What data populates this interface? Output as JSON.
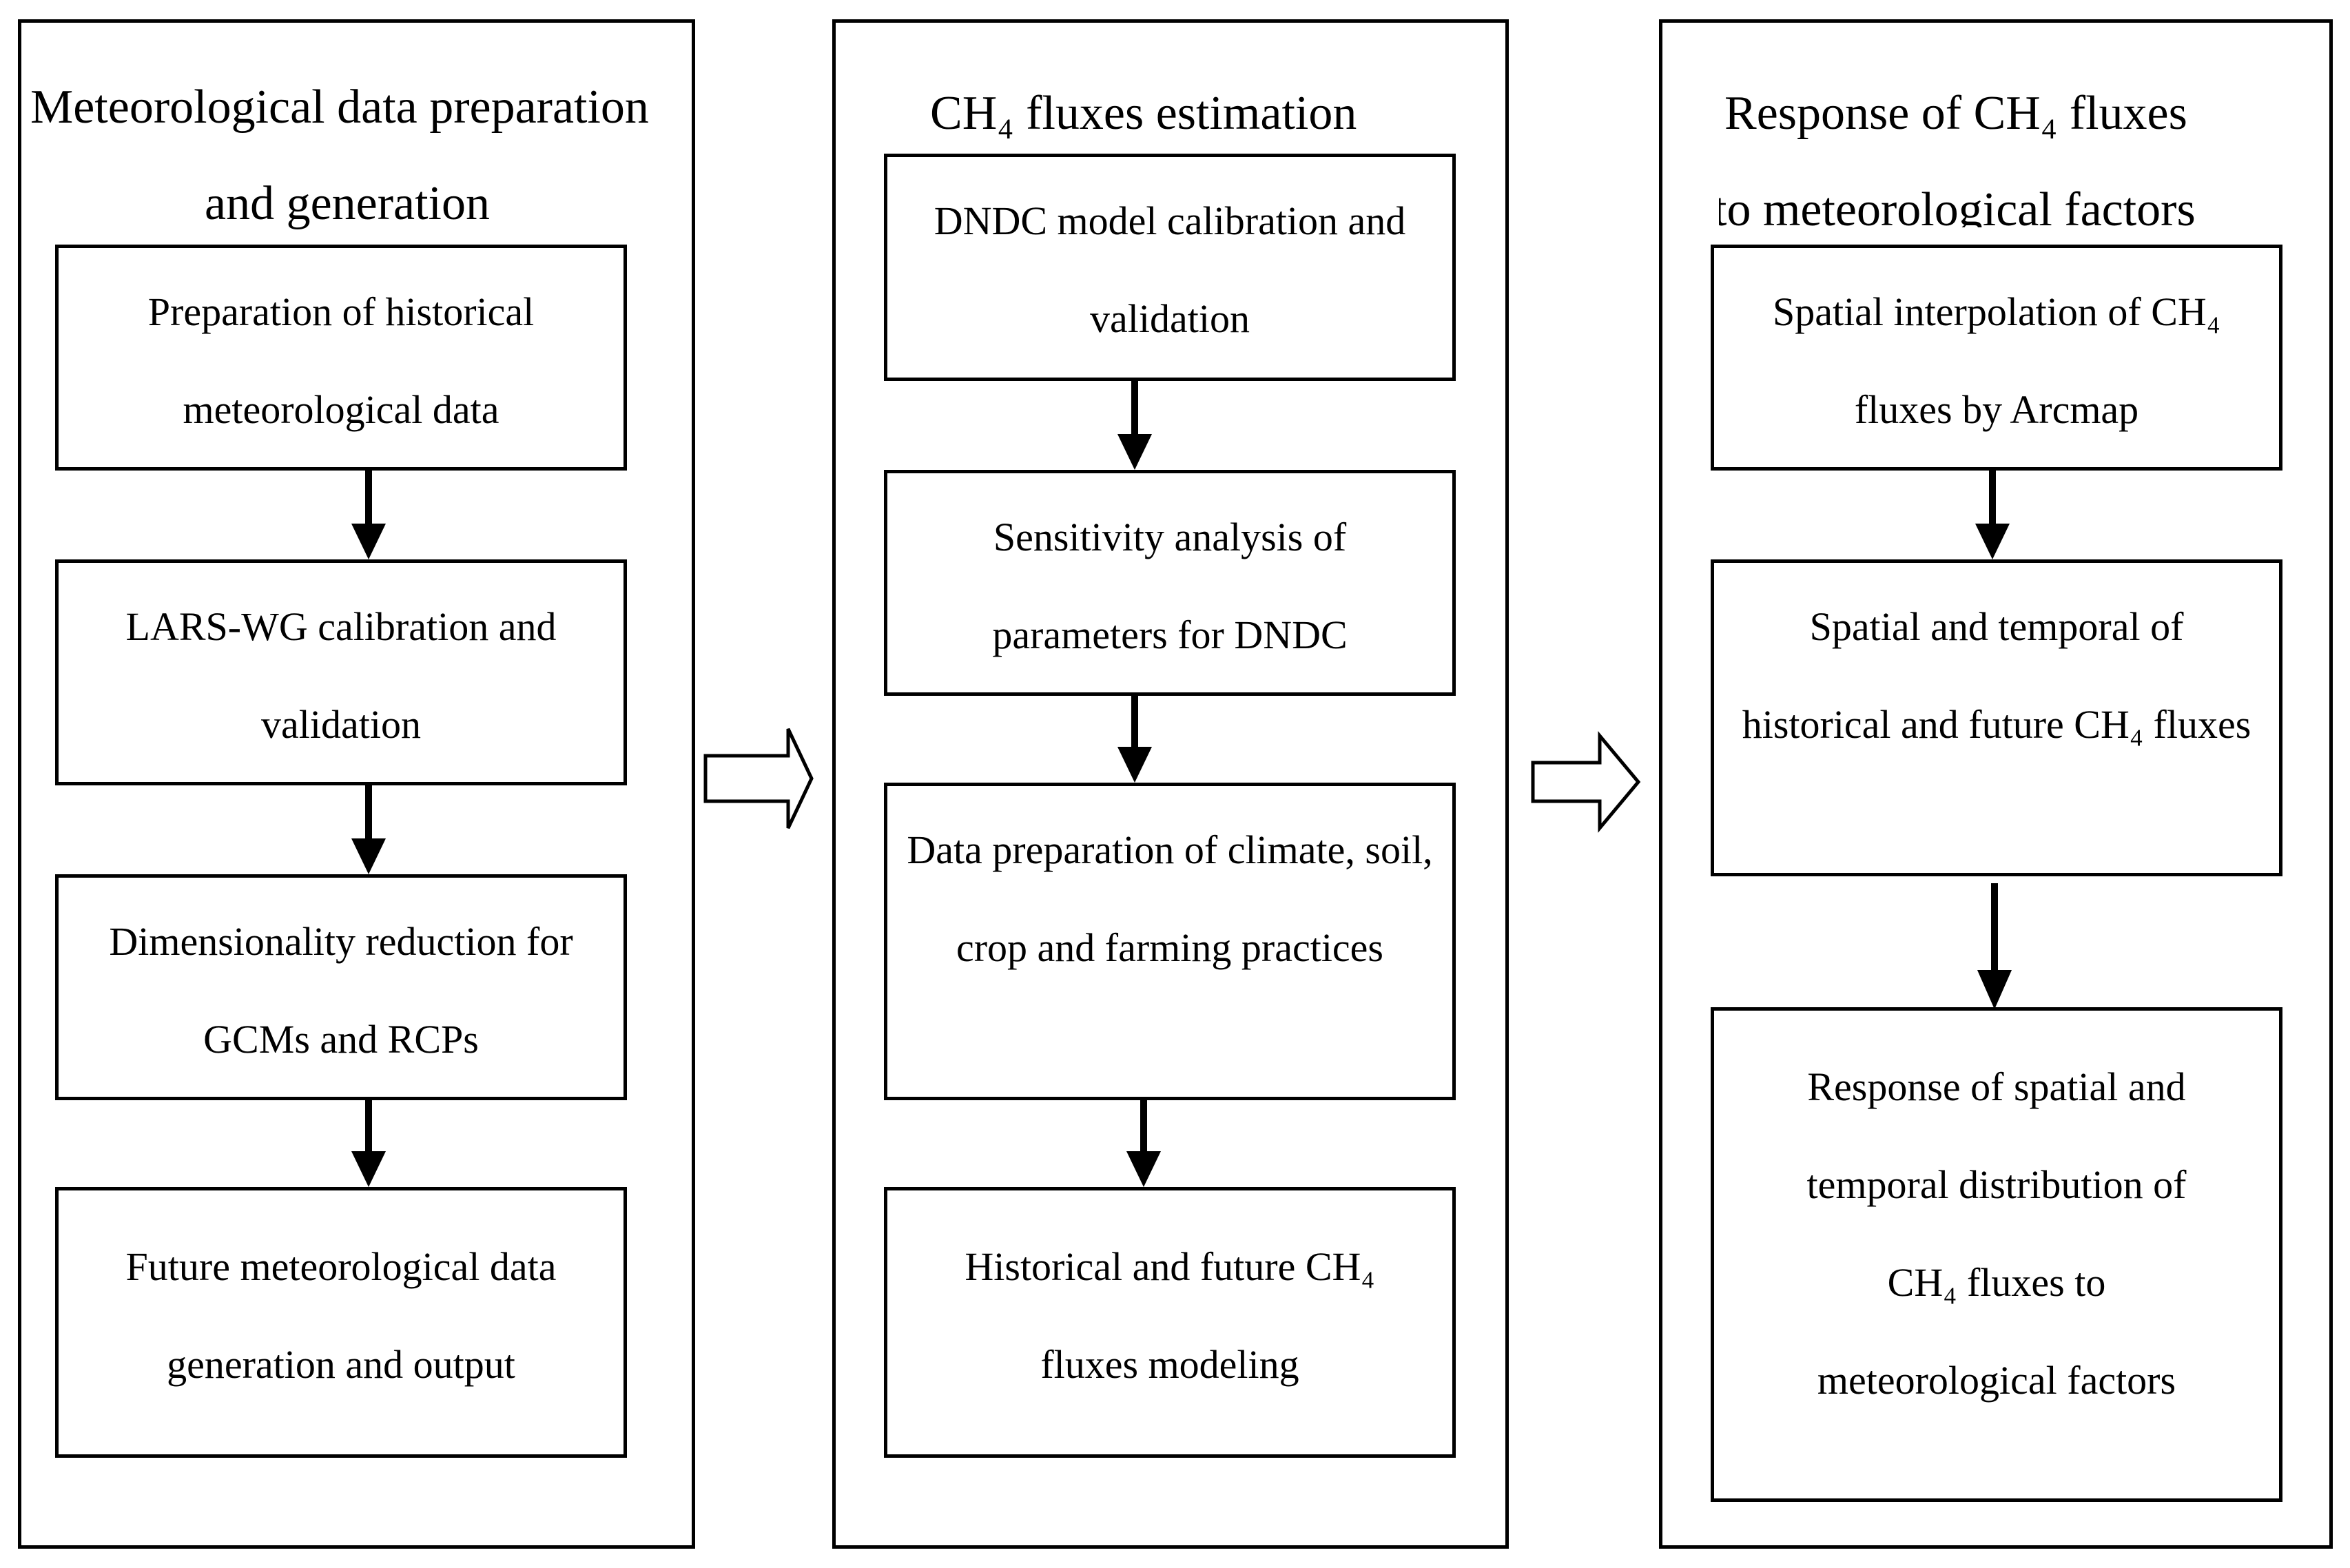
{
  "columns": [
    {
      "title": [
        "Meteorological data preparation",
        "and generation"
      ],
      "steps": [
        [
          "Preparation of historical",
          "meteorological data"
        ],
        [
          "LARS-WG calibration and",
          "validation"
        ],
        [
          "Dimensionality reduction for",
          "GCMs and RCPs"
        ],
        [
          "Future meteorological data",
          "generation and output"
        ]
      ]
    },
    {
      "title": [
        "CH₄ fluxes estimation"
      ],
      "steps": [
        [
          "DNDC model calibration and",
          "validation"
        ],
        [
          "Sensitivity analysis of",
          "parameters for DNDC"
        ],
        [
          "Data preparation of climate, soil,",
          "crop and farming practices"
        ],
        [
          "Historical and future CH₄",
          "fluxes modeling"
        ]
      ]
    },
    {
      "title": [
        "Response of CH₄ fluxes",
        "to meteorological factors"
      ],
      "steps": [
        [
          "Spatial interpolation of CH₄",
          "fluxes by Arcmap"
        ],
        [
          "Spatial and temporal of",
          "historical and future CH₄ fluxes"
        ],
        [
          "Response of spatial and",
          "temporal distribution of",
          "CH₄ fluxes to",
          "meteorological factors"
        ]
      ]
    }
  ]
}
